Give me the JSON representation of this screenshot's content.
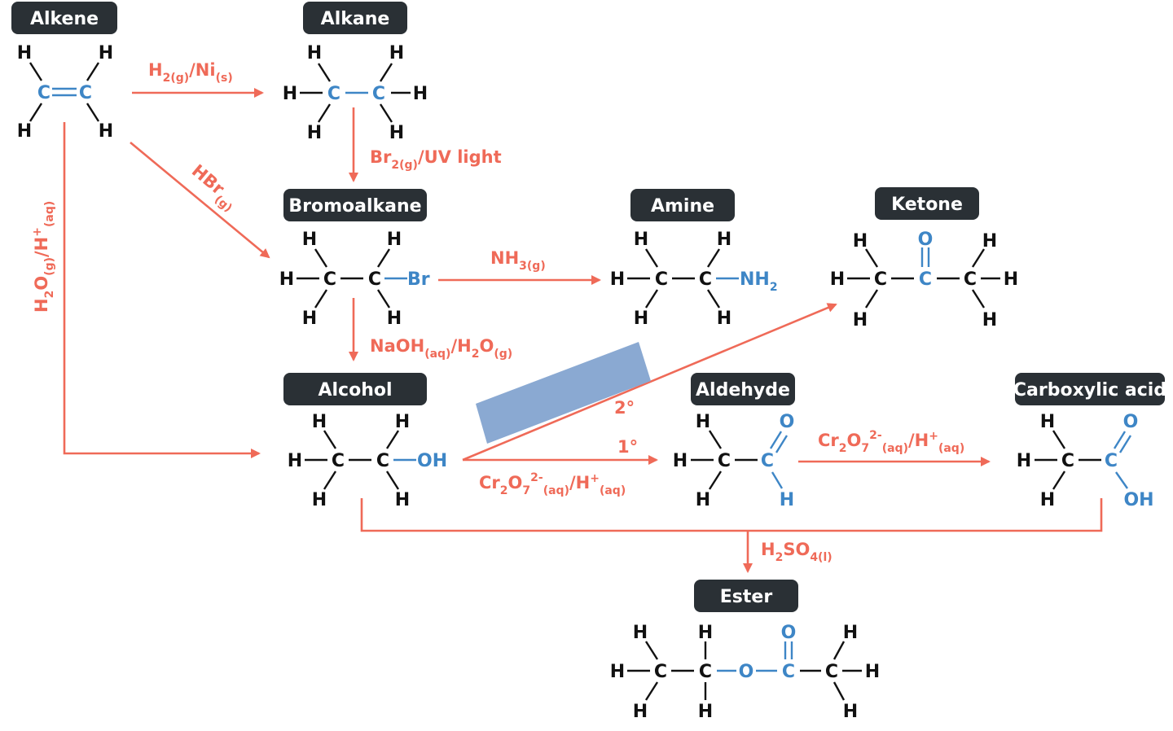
{
  "titles": {
    "alkene": "Alkene",
    "alkane": "Alkane",
    "bromoalkane": "Bromoalkane",
    "amine": "Amine",
    "ketone": "Ketone",
    "alcohol": "Alcohol",
    "aldehyde": "Aldehyde",
    "carboxylic_acid": "Carboxylic acid",
    "ester": "Ester"
  },
  "atoms": {
    "H": "H",
    "C": "C",
    "O": "O",
    "Br": "Br",
    "OH": "OH",
    "NH": "NH",
    "two": "2"
  },
  "reagents": {
    "hydrogenation": {
      "a": "H",
      "a_sub": "2(g)",
      "b": "/Ni",
      "b_sub": "(s)"
    },
    "bromination": {
      "a": "Br",
      "a_sub": "2(g)",
      "b": "/UV light"
    },
    "hbr": {
      "a": "HBr",
      "a_sub": "(g)"
    },
    "hydration": {
      "a": "H",
      "a_sub": "2",
      "b": "O",
      "b_sub": "(g)",
      "c": "/H",
      "c_sup": "+",
      "c_sub": "(aq)"
    },
    "ammonia": {
      "a": "NH",
      "a_sub": "3(g)"
    },
    "substitution": {
      "a": "NaOH",
      "a_sub": "(aq)",
      "b": "/H",
      "b_sub": "2",
      "c": "O",
      "c_sub": "(g)"
    },
    "secondary": "2°",
    "primary": "1°",
    "oxidation_1": {
      "a": "Cr",
      "a_sub": "2",
      "b": "O",
      "b_sub": "7",
      "c_sup": "2-",
      "c_sub": "(aq)",
      "d": "/H",
      "d_sup": "+",
      "d_sub": "(aq)"
    },
    "oxidation_2": {
      "a": "Cr",
      "a_sub": "2",
      "b": "O",
      "b_sub": "7",
      "c_sup": "2-",
      "c_sub": "(aq)",
      "d": "/H",
      "d_sup": "+",
      "d_sub": "(aq)"
    },
    "esterification": {
      "a": "H",
      "a_sub": "2",
      "b": "SO",
      "b_sub": "4(l)"
    }
  },
  "colors": {
    "reagent": "#ef6a58",
    "functional_group": "#3e86c6",
    "title_box": "#2a3035",
    "occluder": "#8aa9d2"
  }
}
